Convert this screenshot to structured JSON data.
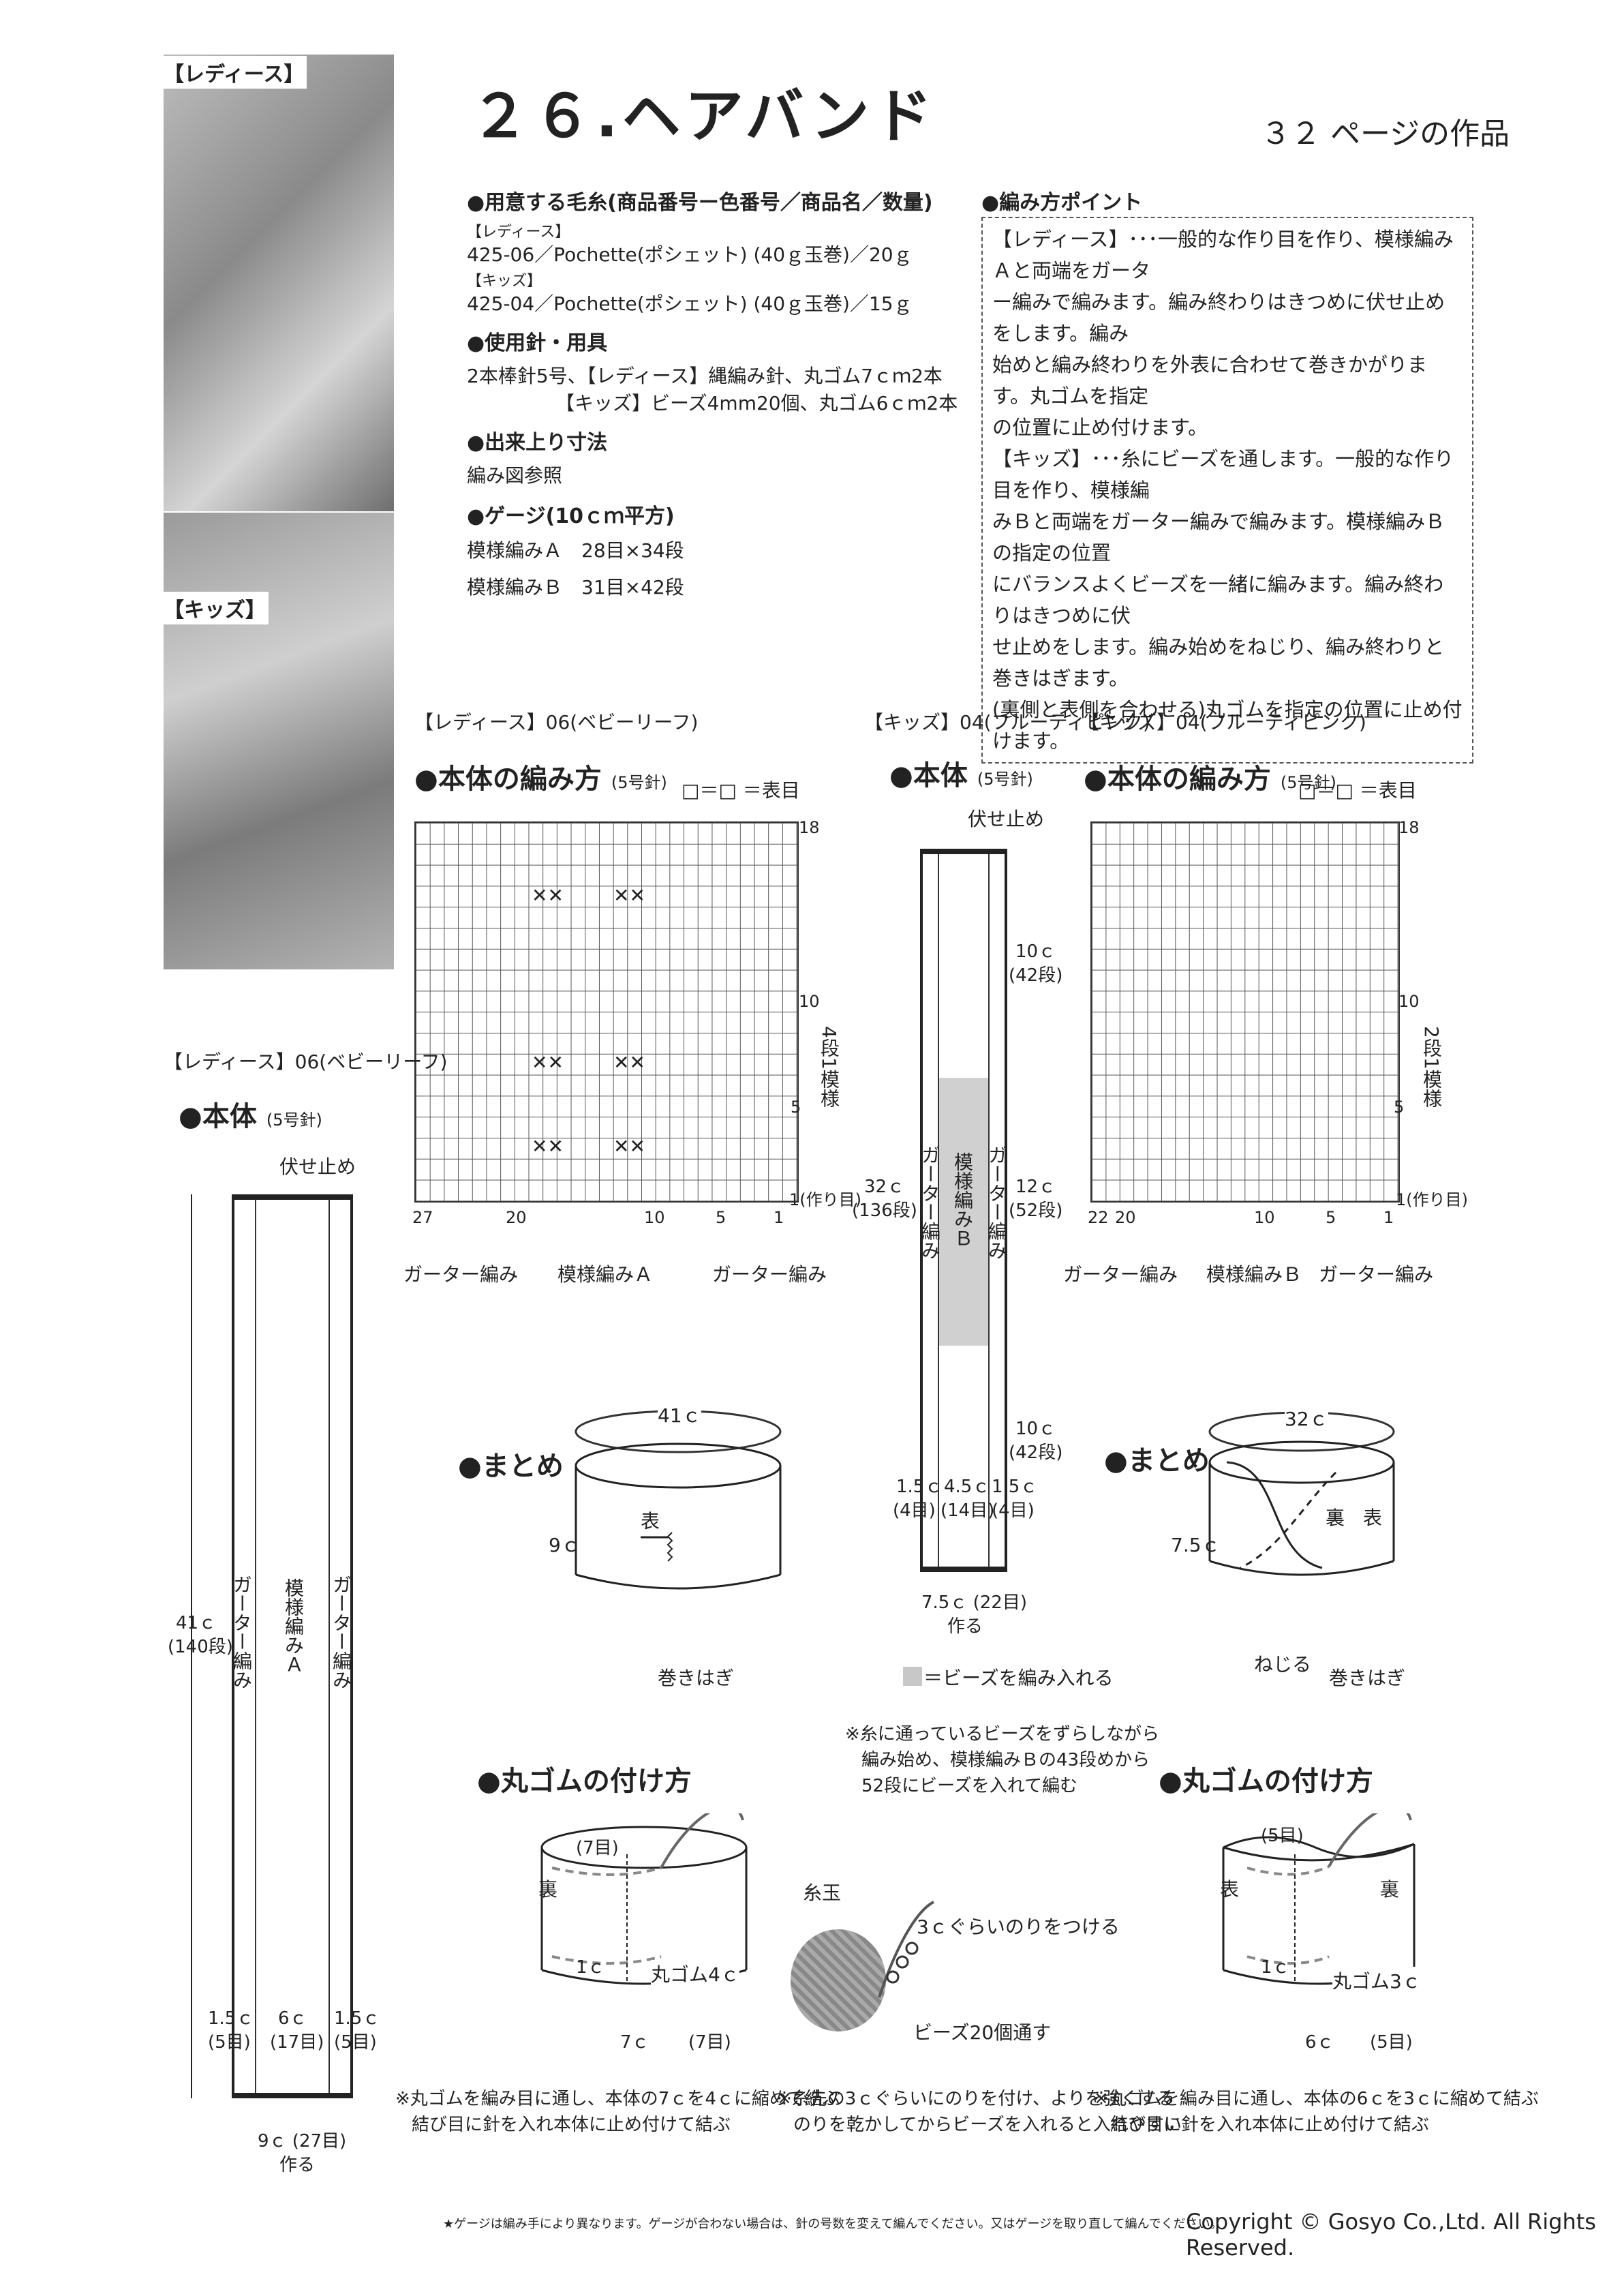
{
  "photos": {
    "ladies_label": "【レディース】",
    "kids_label": "【キッズ】"
  },
  "header": {
    "title": "２６.ヘアバンド",
    "page_ref": "３２ ページの作品"
  },
  "materials": {
    "yarn_heading": "●用意する毛糸(商品番号ー色番号／商品名／数量)",
    "ladies_tag": "【レディース】",
    "ladies_yarn": "425-06／Pochette(ポシェット) (40ｇ玉巻)／20ｇ",
    "kids_tag": "【キッズ】",
    "kids_yarn": "425-04／Pochette(ポシェット) (40ｇ玉巻)／15ｇ",
    "tools_heading": "●使用針・用具",
    "tools_line1": "2本棒針5号、【レディース】縄編み針、丸ゴム7ｃｍ2本",
    "tools_line2": "【キッズ】ビーズ4mm20個、丸ゴム6ｃｍ2本",
    "size_heading": "●出来上り寸法",
    "size_text": "編み図参照",
    "gauge_heading": "●ゲージ(10ｃｍ平方)",
    "gauge_a": "模様編みＡ　28目×34段",
    "gauge_b": "模様編みＢ　31目×42段"
  },
  "points": {
    "heading": "●編み方ポイント",
    "lines": [
      "【レディース】･･･一般的な作り目を作り、模様編みＡと両端をガータ",
      "ー編みで編みます。編み終わりはきつめに伏せ止めをします。編み",
      "始めと編み終わりを外表に合わせて巻きかがります。丸ゴムを指定",
      "の位置に止め付けます。",
      "【キッズ】･･･糸にビーズを通します。一般的な作り目を作り、模様編",
      "みＢと両端をガーター編みで編みます。模様編みＢの指定の位置",
      "にバランスよくビーズを一緒に編みます。編み終わりはきつめに伏",
      "せ止めをします。編み始めをねじり、編み終わりと巻きはぎます。",
      "(裏側と表側を合わせる)丸ゴムを指定の位置に止め付けます。"
    ]
  },
  "ladies_chart": {
    "tag": "【レディース】06(ベビーリーフ)",
    "title": "●本体の編み方",
    "needle": "(5号針)",
    "legend": "□＝□ ＝表目",
    "row_18": "18",
    "row_10": "10",
    "row_5": "5",
    "row_1": "1(作り目)",
    "repeat_label": "4段1模様",
    "col_27": "27",
    "col_20": "20",
    "col_10": "10",
    "col_5": "5",
    "col_1": "1",
    "garter_left": "ガーター編み",
    "pattern": "模様編みＡ",
    "garter_right": "ガーター編み"
  },
  "kids_chart": {
    "tag": "【キッズ】04(フルーティピンク)",
    "title": "●本体の編み方",
    "needle": "(5号針)",
    "legend": "□＝□ ＝表目",
    "row_18": "18",
    "row_10": "10",
    "row_5": "5",
    "row_1": "1(作り目)",
    "repeat_label": "2段1模様",
    "col_22": "22",
    "col_20": "20",
    "col_10": "10",
    "col_5": "5",
    "col_1": "1",
    "garter_left": "ガーター編み",
    "pattern": "模様編みＢ",
    "garter_right": "ガーター編み"
  },
  "ladies_body": {
    "tag": "【レディース】06(ベビーリーフ)",
    "title": "●本体",
    "needle": "(5号針)",
    "bind_off": "伏せ止め",
    "length": "41ｃ",
    "length_rows": "(140段)",
    "garter_left": "ガーター編み",
    "pattern": "模様編みＡ",
    "garter_right": "ガーター編み",
    "edge_left": "1.5ｃ",
    "edge_left_sts": "(5目)",
    "center": "6ｃ",
    "center_sts": "(17目)",
    "edge_right": "1.5ｃ",
    "edge_right_sts": "(5目)",
    "width": "9ｃ (27目)",
    "cast_on": "作る"
  },
  "kids_body": {
    "tag": "【キッズ】04(フルーティピンク)",
    "title": "●本体",
    "needle": "(5号針)",
    "bind_off": "伏せ止め",
    "top": "10ｃ",
    "top_rows": "(42段)",
    "total": "32ｃ",
    "total_rows": "(136段)",
    "mid": "12ｃ",
    "mid_rows": "(52段)",
    "bottom": "10ｃ",
    "bottom_rows": "(42段)",
    "garter_left": "ガーター編み",
    "pattern": "模様編みＢ",
    "garter_right": "ガーター編み",
    "edge_left": "1.5ｃ",
    "edge_left_sts": "(4目)",
    "center": "4.5ｃ",
    "center_sts": "(14目)",
    "edge_right": "1.5ｃ",
    "edge_right_sts": "(4目)",
    "width": "7.5ｃ (22目)",
    "cast_on": "作る",
    "bead_legend": "＝ビーズを編み入れる",
    "bead_note": [
      "※糸に通っているビーズをずらしながら",
      "編み始め、模様編みＢの43段めから",
      "52段にビーズを入れて編む"
    ]
  },
  "assembly_ladies": {
    "title": "●まとめ",
    "circ": "41ｃ",
    "height": "9ｃ",
    "front": "表",
    "seam": "巻きはぎ"
  },
  "assembly_kids": {
    "title": "●まとめ",
    "circ": "32ｃ",
    "height": "7.5ｃ",
    "back": "裏",
    "front": "表",
    "twist": "ねじる",
    "seam": "巻きはぎ"
  },
  "elastic_ladies": {
    "title": "●丸ゴムの付け方",
    "top": "(7目)",
    "back": "裏",
    "one_c": "1ｃ",
    "elastic": "丸ゴム4ｃ",
    "seven_c": "7ｃ",
    "bottom": "(7目)",
    "note": [
      "※丸ゴムを編み目に通し、本体の7ｃを4ｃに縮めて結ぶ",
      "結び目に針を入れ本体に止め付けて結ぶ"
    ]
  },
  "beads": {
    "ball": "糸玉",
    "glue": "3ｃぐらいのりをつける",
    "beads": "ビーズ20個通す",
    "note": [
      "※糸先の3ｃぐらいにのりを付け、よりを強くする",
      "のりを乾かしてからビーズを入れると入れやすい"
    ]
  },
  "elastic_kids": {
    "title": "●丸ゴムの付け方",
    "top": "(5目)",
    "front": "表",
    "back": "裏",
    "one_c": "1ｃ",
    "elastic": "丸ゴム3ｃ",
    "six_c": "6ｃ",
    "bottom": "(5目)",
    "note": [
      "※丸ゴムを編み目に通し、本体の6ｃを3ｃに縮めて結ぶ",
      "結び目に針を入れ本体に止め付けて結ぶ"
    ]
  },
  "footer": {
    "gauge_note": "★ゲージは編み手により異なります。ゲージが合わない場合は、針の号数を変えて編んでください。又はゲージを取り直して編んでください。",
    "copyright": "Copyright © Gosyo Co.,Ltd. All Rights Reserved."
  }
}
